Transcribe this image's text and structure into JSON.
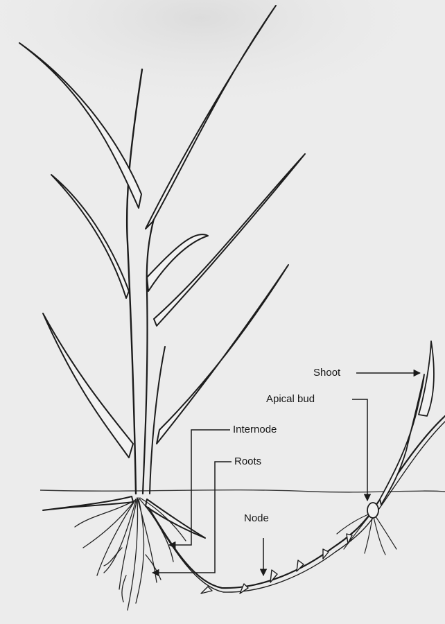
{
  "diagram": {
    "labels": {
      "shoot": "Shoot",
      "apical_bud": "Apical bud",
      "internode": "Internode",
      "roots": "Roots",
      "node": "Node"
    },
    "colors": {
      "background": "#ececec",
      "ink": "#1c1c1c",
      "leaf_fill": "#f2f2f2"
    }
  }
}
